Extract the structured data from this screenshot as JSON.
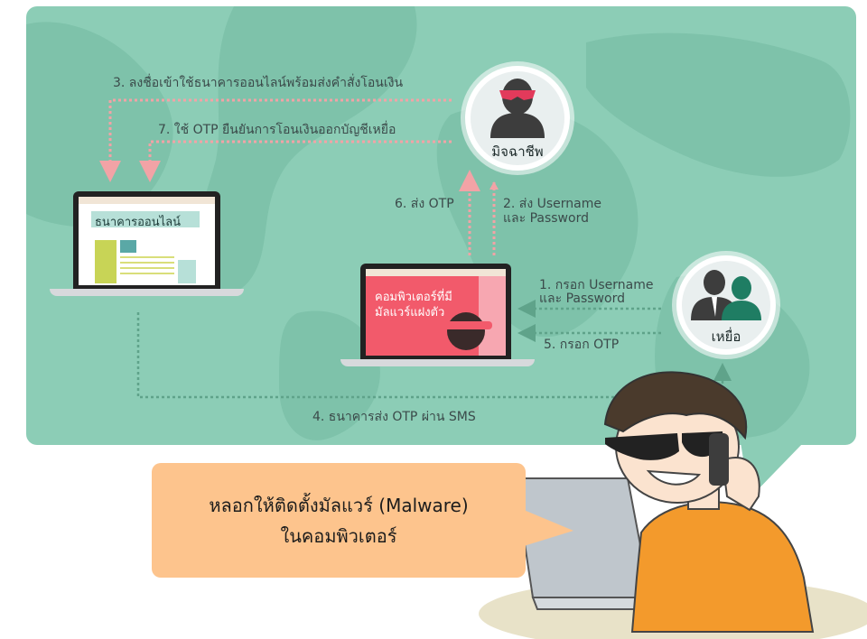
{
  "flow_labels": {
    "step3": "3. ลงชื่อเข้าใช้ธนาคารออนไลน์พร้อมส่งคำสั่งโอนเงิน",
    "step7": "7. ใช้ OTP ยืนยันการโอนเงินออกบัญชีเหยื่อ",
    "step6": "6. ส่ง OTP",
    "step2_line1": "2. ส่ง Username",
    "step2_line2": "และ Password",
    "step1_line1": "1. กรอก Username",
    "step1_line2": "และ Password",
    "step5": "5. กรอก OTP",
    "step4": "4. ธนาคารส่ง OTP ผ่าน SMS"
  },
  "actors": {
    "criminal": "มิจฉาชีพ",
    "victim": "เหยื่อ"
  },
  "screens": {
    "bank_title": "ธนาคารออนไลน์",
    "malware_line1": "คอมพิวเตอร์ที่มี",
    "malware_line2": "มัลแวร์แฝงตัว"
  },
  "callout": {
    "line1": "หลอกให้ติดตั้งมัลแวร์ (Malware)",
    "line2": "ในคอมพิวเตอร์"
  },
  "colors": {
    "background": "#8ccdb6",
    "map_land": "#7cc0a8",
    "arrow_pink": "#f2a3a6",
    "arrow_green": "#5fa38a",
    "malware_screen": "#f25a6b",
    "callout": "#fdc48d",
    "shirt": "#f39a2c"
  }
}
